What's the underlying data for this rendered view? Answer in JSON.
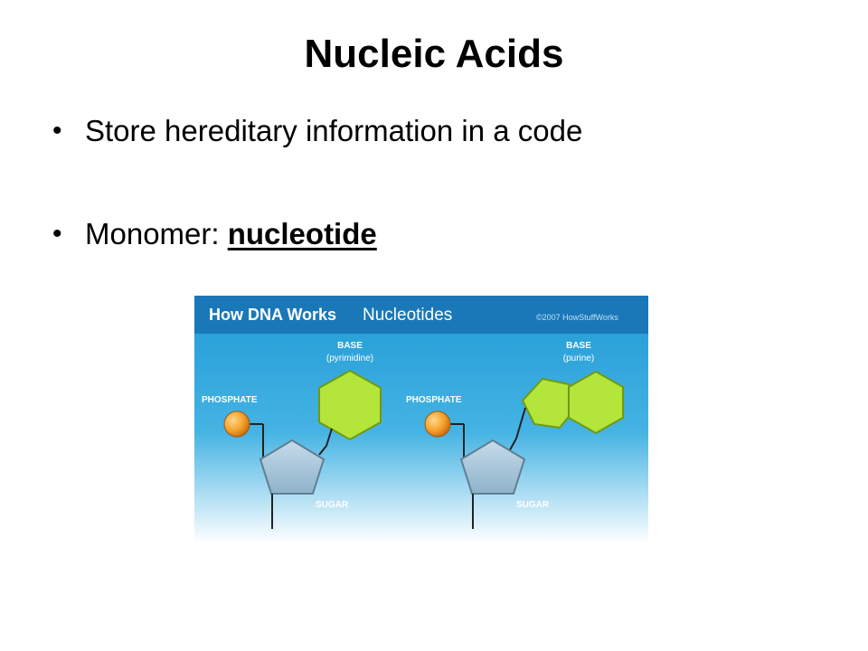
{
  "slide": {
    "title": "Nucleic Acids",
    "bullets": [
      {
        "text": "Store hereditary information in a code"
      },
      {
        "prefix": "Monomer: ",
        "emphasis": "nucleotide"
      }
    ],
    "bullet_glyph": "•"
  },
  "figure": {
    "header_title": "How DNA Works",
    "header_subtitle": "Nucleotides",
    "copyright": "©2007 HowStuffWorks",
    "left": {
      "base_label": "BASE",
      "base_type": "(pyrimidine)",
      "phosphate_label": "PHOSPHATE",
      "sugar_label": "SUGAR"
    },
    "right": {
      "base_label": "BASE",
      "base_type": "(purine)",
      "phosphate_label": "PHOSPHATE",
      "sugar_label": "SUGAR"
    },
    "colors": {
      "header": "#1a78b8",
      "background_top": "#1f9ad6",
      "background_bottom": "#ffffff",
      "base": "#b3e53a",
      "phosphate": "#f4a02a",
      "sugar": "#a9c7da"
    }
  }
}
